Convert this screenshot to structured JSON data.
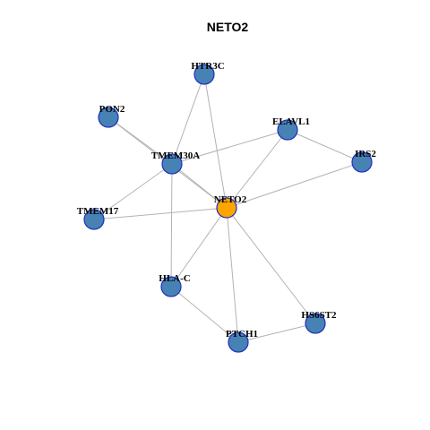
{
  "graph": {
    "title": "NETO2",
    "colors": {
      "focus_node": "#FFA500",
      "node": "#4682B4",
      "node_border": "#1F2FBF",
      "edge": "#B3B3B3"
    },
    "nodes": [
      {
        "id": "NETO2",
        "label": "NETO2",
        "focus": true
      },
      {
        "id": "HTR3C",
        "label": "HTR3C",
        "focus": false
      },
      {
        "id": "PON2",
        "label": "PON2",
        "focus": false
      },
      {
        "id": "ELAVL1",
        "label": "ELAVL1",
        "focus": false
      },
      {
        "id": "TMEM30A",
        "label": "TMEM30A",
        "focus": false
      },
      {
        "id": "IRS2",
        "label": "IRS2",
        "focus": false
      },
      {
        "id": "TMEM17",
        "label": "TMEM17",
        "focus": false
      },
      {
        "id": "HLA-C",
        "label": "HLA-C",
        "focus": false
      },
      {
        "id": "HS6ST2",
        "label": "HS6ST2",
        "focus": false
      },
      {
        "id": "PTCH1",
        "label": "PTCH1",
        "focus": false
      }
    ],
    "edges": [
      [
        "HTR3C",
        "TMEM30A"
      ],
      [
        "HTR3C",
        "NETO2"
      ],
      [
        "PON2",
        "TMEM30A"
      ],
      [
        "PON2",
        "NETO2"
      ],
      [
        "ELAVL1",
        "TMEM30A"
      ],
      [
        "ELAVL1",
        "NETO2"
      ],
      [
        "ELAVL1",
        "IRS2"
      ],
      [
        "IRS2",
        "NETO2"
      ],
      [
        "TMEM30A",
        "NETO2"
      ],
      [
        "TMEM30A",
        "TMEM17"
      ],
      [
        "TMEM30A",
        "HLA-C"
      ],
      [
        "TMEM17",
        "NETO2"
      ],
      [
        "NETO2",
        "HLA-C"
      ],
      [
        "NETO2",
        "PTCH1"
      ],
      [
        "NETO2",
        "HS6ST2"
      ],
      [
        "HLA-C",
        "PTCH1"
      ],
      [
        "PTCH1",
        "HS6ST2"
      ]
    ]
  }
}
